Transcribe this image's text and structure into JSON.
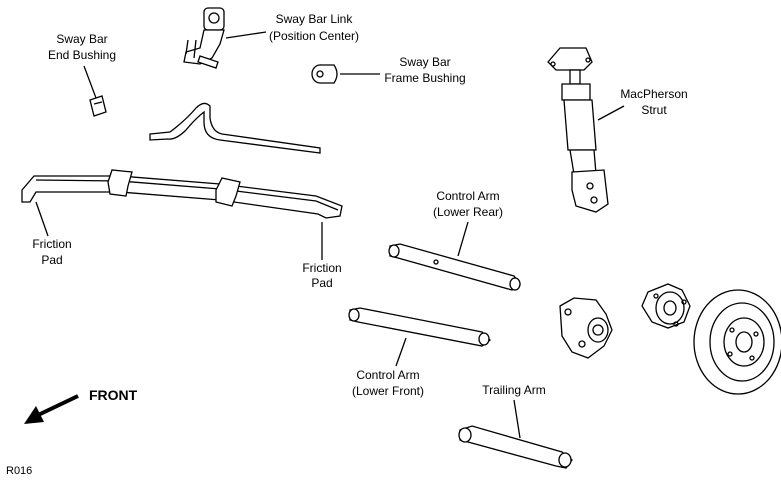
{
  "labels": {
    "sway_bar_link": [
      "Sway Bar Link",
      "(Position Center)"
    ],
    "sway_bar_end_bushing": [
      "Sway Bar",
      "End Bushing"
    ],
    "sway_bar_frame_bushing": [
      "Sway Bar",
      "Frame Bushing"
    ],
    "macpherson_strut": [
      "MacPherson",
      "Strut"
    ],
    "control_arm_lower_rear": [
      "Control Arm",
      "(Lower Rear)"
    ],
    "friction_pad_left": [
      "Friction",
      "Pad"
    ],
    "friction_pad_right": [
      "Friction",
      "Pad"
    ],
    "control_arm_lower_front": [
      "Control Arm",
      "(Lower Front)"
    ],
    "trailing_arm": [
      "Trailing Arm"
    ],
    "front": "FRONT",
    "figure_code": "R016"
  }
}
